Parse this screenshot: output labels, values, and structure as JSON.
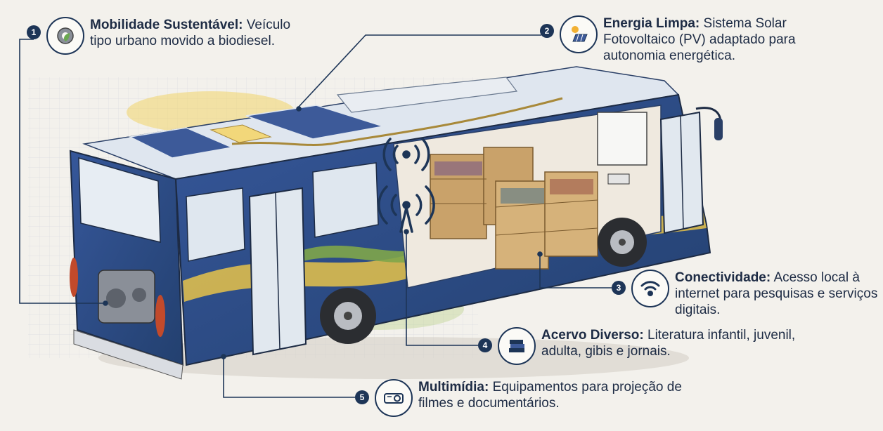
{
  "callouts": [
    {
      "number": "1",
      "title": "Mobilidade Sustentável:",
      "text": "Veículo tipo urbano movido a biodiesel.",
      "icon": "gear-leaf-icon"
    },
    {
      "number": "2",
      "title": "Energia Limpa:",
      "text": "Sistema Solar Fotovoltaico (PV) adaptado para autonomia energética.",
      "icon": "solar-panel-icon"
    },
    {
      "number": "3",
      "title": "Conectividade:",
      "text": "Acesso local à internet para pesquisas e serviços digitais.",
      "icon": "wifi-icon"
    },
    {
      "number": "4",
      "title": "Acervo Diverso:",
      "text": "Literatura infantil, juvenil, adulta, gibis e jornais.",
      "icon": "books-icon"
    },
    {
      "number": "5",
      "title": "Multimídia:",
      "text": "Equipamentos para projeção de filmes e documentários.",
      "icon": "projector-icon"
    }
  ],
  "colors": {
    "bus_blue": "#2f4f8a",
    "accent_yellow": "#e6c34a",
    "accent_green": "#7fa64a",
    "line_navy": "#1d3557",
    "shelf_wood": "#c9a26a"
  }
}
